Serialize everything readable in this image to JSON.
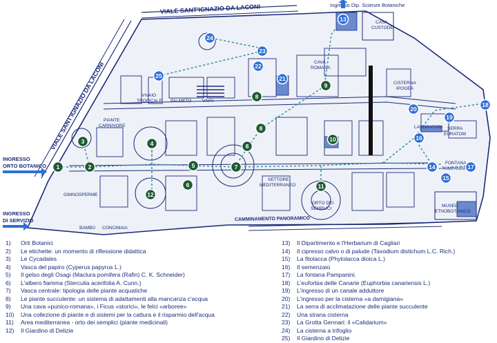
{
  "map": {
    "streets": {
      "top": "VIALE SANT'IGNAZIO DA LACONI",
      "left": "VIALE SANT'IGNAZIO DA LACONI"
    },
    "entrances": {
      "dip": "Ingresso Dip. Scienze Botaniche",
      "orto_line1": "INGRESSO",
      "orto_line2": "ORTO BOTANICO",
      "servizio_line1": "INGRESSO",
      "servizio_line2": "DI SERVIZIO"
    },
    "labels": {
      "casa1": "CASA",
      "casa2": "CUSTODE",
      "cisterna1": "CISTERNA",
      "cisterna2": "IPOGEA",
      "cava1": "CAVA",
      "cava2": "ROMANA",
      "vivaio1": "VIVAIO",
      "vivaio2": "TROPICALE",
      "palmeto": "PALMETO",
      "vivai": "VIVAI",
      "piante1": "PIANTE",
      "piante2": "CARNIVORE",
      "gimnosperme": "GIMNOSPERME",
      "laboratori": "LABORATORI",
      "serra1": "SERRA",
      "serra2": "EURATOM",
      "fontana1": "FONTANA",
      "fontana2": "PAMPANINI",
      "settore1": "SETTORE",
      "settore2": "MEDITERRANEO",
      "orto1": "ORTO DEI",
      "orto2": "SEMPLICI",
      "museo1": "MUSEO",
      "museo2": "ETNOBOTANICO",
      "camminamento": "CAMMINAMENTO PANORAMICO",
      "bambu": "BAMBÙ",
      "concimaia": "CONCIMAIA"
    },
    "markers_green": [
      {
        "n": "1"
      },
      {
        "n": "2"
      },
      {
        "n": "3"
      },
      {
        "n": "4"
      },
      {
        "n": "5"
      },
      {
        "n": "6"
      },
      {
        "n": "7"
      },
      {
        "n": "8"
      },
      {
        "n": "8"
      },
      {
        "n": "8"
      },
      {
        "n": "9"
      },
      {
        "n": "10"
      },
      {
        "n": "11"
      },
      {
        "n": "12"
      }
    ],
    "markers_blue": [
      {
        "n": "13"
      },
      {
        "n": "14"
      },
      {
        "n": "15"
      },
      {
        "n": "16"
      },
      {
        "n": "17"
      },
      {
        "n": "18"
      },
      {
        "n": "19"
      },
      {
        "n": "20"
      },
      {
        "n": "21"
      },
      {
        "n": "22"
      },
      {
        "n": "23"
      },
      {
        "n": "24"
      },
      {
        "n": "25"
      }
    ],
    "colors": {
      "ink": "#1a2a78",
      "land": "#eef1f7",
      "marker_green": "#1f5a34",
      "marker_blue": "#2f6fd6",
      "path": "#2e8fa3"
    }
  },
  "legend": {
    "left": [
      {
        "num": "1)",
        "text": "Orti Botanici"
      },
      {
        "num": "2)",
        "text": "Le etichette: un momento di riflessione didattica"
      },
      {
        "num": "3)",
        "text": "Le Cycadales"
      },
      {
        "num": "4)",
        "text": "Vasca del papiro (Cyperus papyrus L.)"
      },
      {
        "num": "5)",
        "text": "Il gelso degli Osagi (Maclura pomifera (Rafin) C. K. Schneider)"
      },
      {
        "num": "6)",
        "text": "L'albero fiamma (Sterculia acerifolia A. Cunn.)"
      },
      {
        "num": "7)",
        "text": "Vasca centrale: tipologia delle piante acquatiche"
      },
      {
        "num": "8)",
        "text": "Le piante succulente: un sistema di adattamenti alla mancanza c'acqua"
      },
      {
        "num": "9)",
        "text": "Una cava «punico-romana», i Ficus «storici», le felci «arboree»"
      },
      {
        "num": "10)",
        "text": "Una collezione di piante e di sistemi per la cattura e il risparmio dell'acqua"
      },
      {
        "num": "11)",
        "text": "Area mediterranea - orto dei semplici (piante medicinali)"
      },
      {
        "num": "12)",
        "text": "Il Giardino di Delizie"
      }
    ],
    "right": [
      {
        "num": "13)",
        "text": "Il Dipartimento e l'Herbarium di Cagliari"
      },
      {
        "num": "14)",
        "text": "Il cipresso calvo o di palude (Taxodium distichum L.C. Rich.)"
      },
      {
        "num": "15)",
        "text": "La fitolacca (Phytolacca dioica L.)"
      },
      {
        "num": "16)",
        "text": "Il semenzaio"
      },
      {
        "num": "17)",
        "text": "La fontana Pampanini."
      },
      {
        "num": "18)",
        "text": "L'euforbia delle Canarie (Euphorbia canariensis L.)"
      },
      {
        "num": "19)",
        "text": "L'ingresso di un canale adduttore"
      },
      {
        "num": "20)",
        "text": "L'ingresso per la cisterna «a damigiana»"
      },
      {
        "num": "21)",
        "text": "La serra di acclimatazione delle piante succulente"
      },
      {
        "num": "22)",
        "text": "Una strana cisterna"
      },
      {
        "num": "23)",
        "text": "La Grotta Gennari: il «Calidarium»"
      },
      {
        "num": "24)",
        "text": "La cisterna a trifoglio"
      },
      {
        "num": "25)",
        "text": "Il Giardino di Delizie"
      }
    ]
  }
}
